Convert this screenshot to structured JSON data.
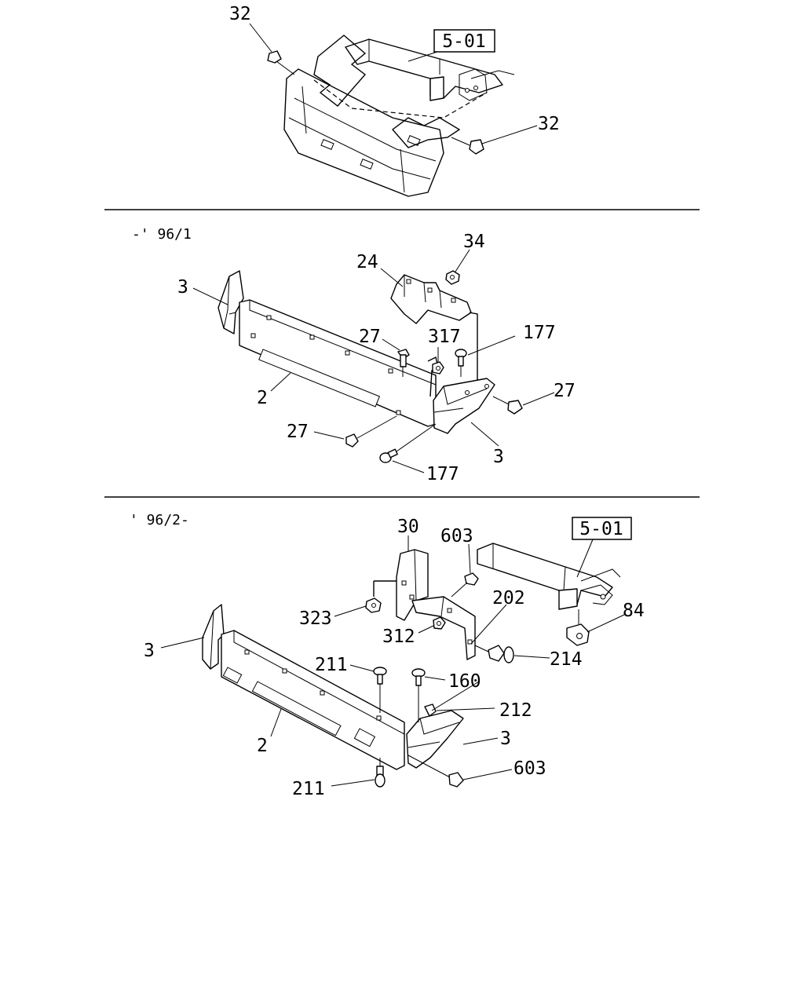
{
  "sections": {
    "top": {
      "ref_box": "5-01",
      "labels": [
        "32",
        "32"
      ]
    },
    "middle": {
      "title": "-' 96/1",
      "labels": [
        "3",
        "24",
        "34",
        "27",
        "317",
        "177",
        "2",
        "27",
        "27",
        "3",
        "177"
      ]
    },
    "bottom": {
      "title": "' 96/2-",
      "ref_box": "5-01",
      "labels": [
        "30",
        "603",
        "84",
        "323",
        "202",
        "312",
        "3",
        "214",
        "211",
        "160",
        "212",
        "2",
        "3",
        "603",
        "211"
      ]
    }
  }
}
